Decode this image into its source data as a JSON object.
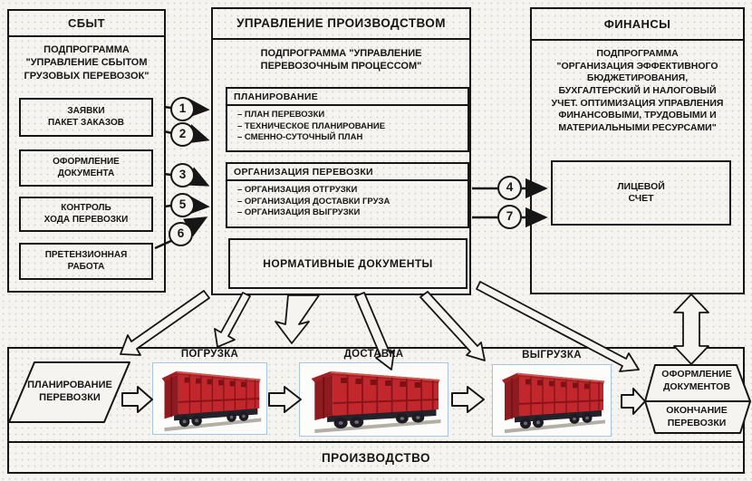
{
  "palette": {
    "ink": "#161616",
    "paper": "#f6f4f0",
    "wagon_red": "#c1272d",
    "photo_frame_blue": "#a5c6e6"
  },
  "sales": {
    "title": "СБЫТ",
    "subtitle": "ПОДПРОГРАММА\n\"УПРАВЛЕНИЕ СБЫТОМ\nГРУЗОВЫХ ПЕРЕВОЗОК\"",
    "items": [
      "ЗАЯВКИ\nПАКЕТ ЗАКАЗОВ",
      "ОФОРМЛЕНИЕ\nДОКУМЕНТА",
      "КОНТРОЛЬ\nХОДА ПЕРЕВОЗКИ",
      "ПРЕТЕНЗИОННАЯ\nРАБОТА"
    ]
  },
  "production": {
    "title": "УПРАВЛЕНИЕ ПРОИЗВОДСТВОМ",
    "subtitle": "ПОДПРОГРАММА \"УПРАВЛЕНИЕ\nПЕРЕВОЗОЧНЫМ ПРОЦЕССОМ\"",
    "planning": {
      "header": "ПЛАНИРОВАНИЕ",
      "items": [
        "– ПЛАН ПЕРЕВОЗКИ",
        "– ТЕХНИЧЕСКОЕ ПЛАНИРОВАНИЕ",
        "– СМЕННО-СУТОЧНЫЙ ПЛАН"
      ]
    },
    "organization": {
      "header": "ОРГАНИЗАЦИЯ ПЕРЕВОЗКИ",
      "items": [
        "– ОРГАНИЗАЦИЯ ОТГРУЗКИ",
        "– ОРГАНИЗАЦИЯ ДОСТАВКИ ГРУЗА",
        "– ОРГАНИЗАЦИЯ ВЫГРУЗКИ"
      ]
    },
    "normative": "НОРМАТИВНЫЕ ДОКУМЕНТЫ"
  },
  "finance": {
    "title": "ФИНАНСЫ",
    "subtitle": "ПОДПРОГРАММА\n\"ОРГАНИЗАЦИЯ ЭФФЕКТИВНОГО\nБЮДЖЕТИРОВАНИЯ,\nБУХГАЛТЕРСКИЙ И НАЛОГОВЫЙ\nУЧЕТ. ОПТИМИЗАЦИЯ УПРАВЛЕНИЯ\nФИНАНСОВЫМИ, ТРУДОВЫМИ И\nМАТЕРИАЛЬНЫМИ РЕСУРСАМИ\"",
    "account": "ЛИЦЕВОЙ\nСЧЕТ"
  },
  "connectors": {
    "left": [
      "1",
      "2",
      "3",
      "5",
      "6"
    ],
    "right": [
      "4",
      "7"
    ]
  },
  "flow": {
    "planning": "ПЛАНИРОВАНИЕ\nПЕРЕВОЗКИ",
    "stages": [
      "ПОГРУЗКА",
      "ДОСТАВКА",
      "ВЫГРУЗКА"
    ],
    "docs": "ОФОРМЛЕНИЕ\nДОКУМЕНТОВ",
    "finish": "ОКОНЧАНИЕ\nПЕРЕВОЗКИ",
    "production": "ПРОИЗВОДСТВО"
  }
}
